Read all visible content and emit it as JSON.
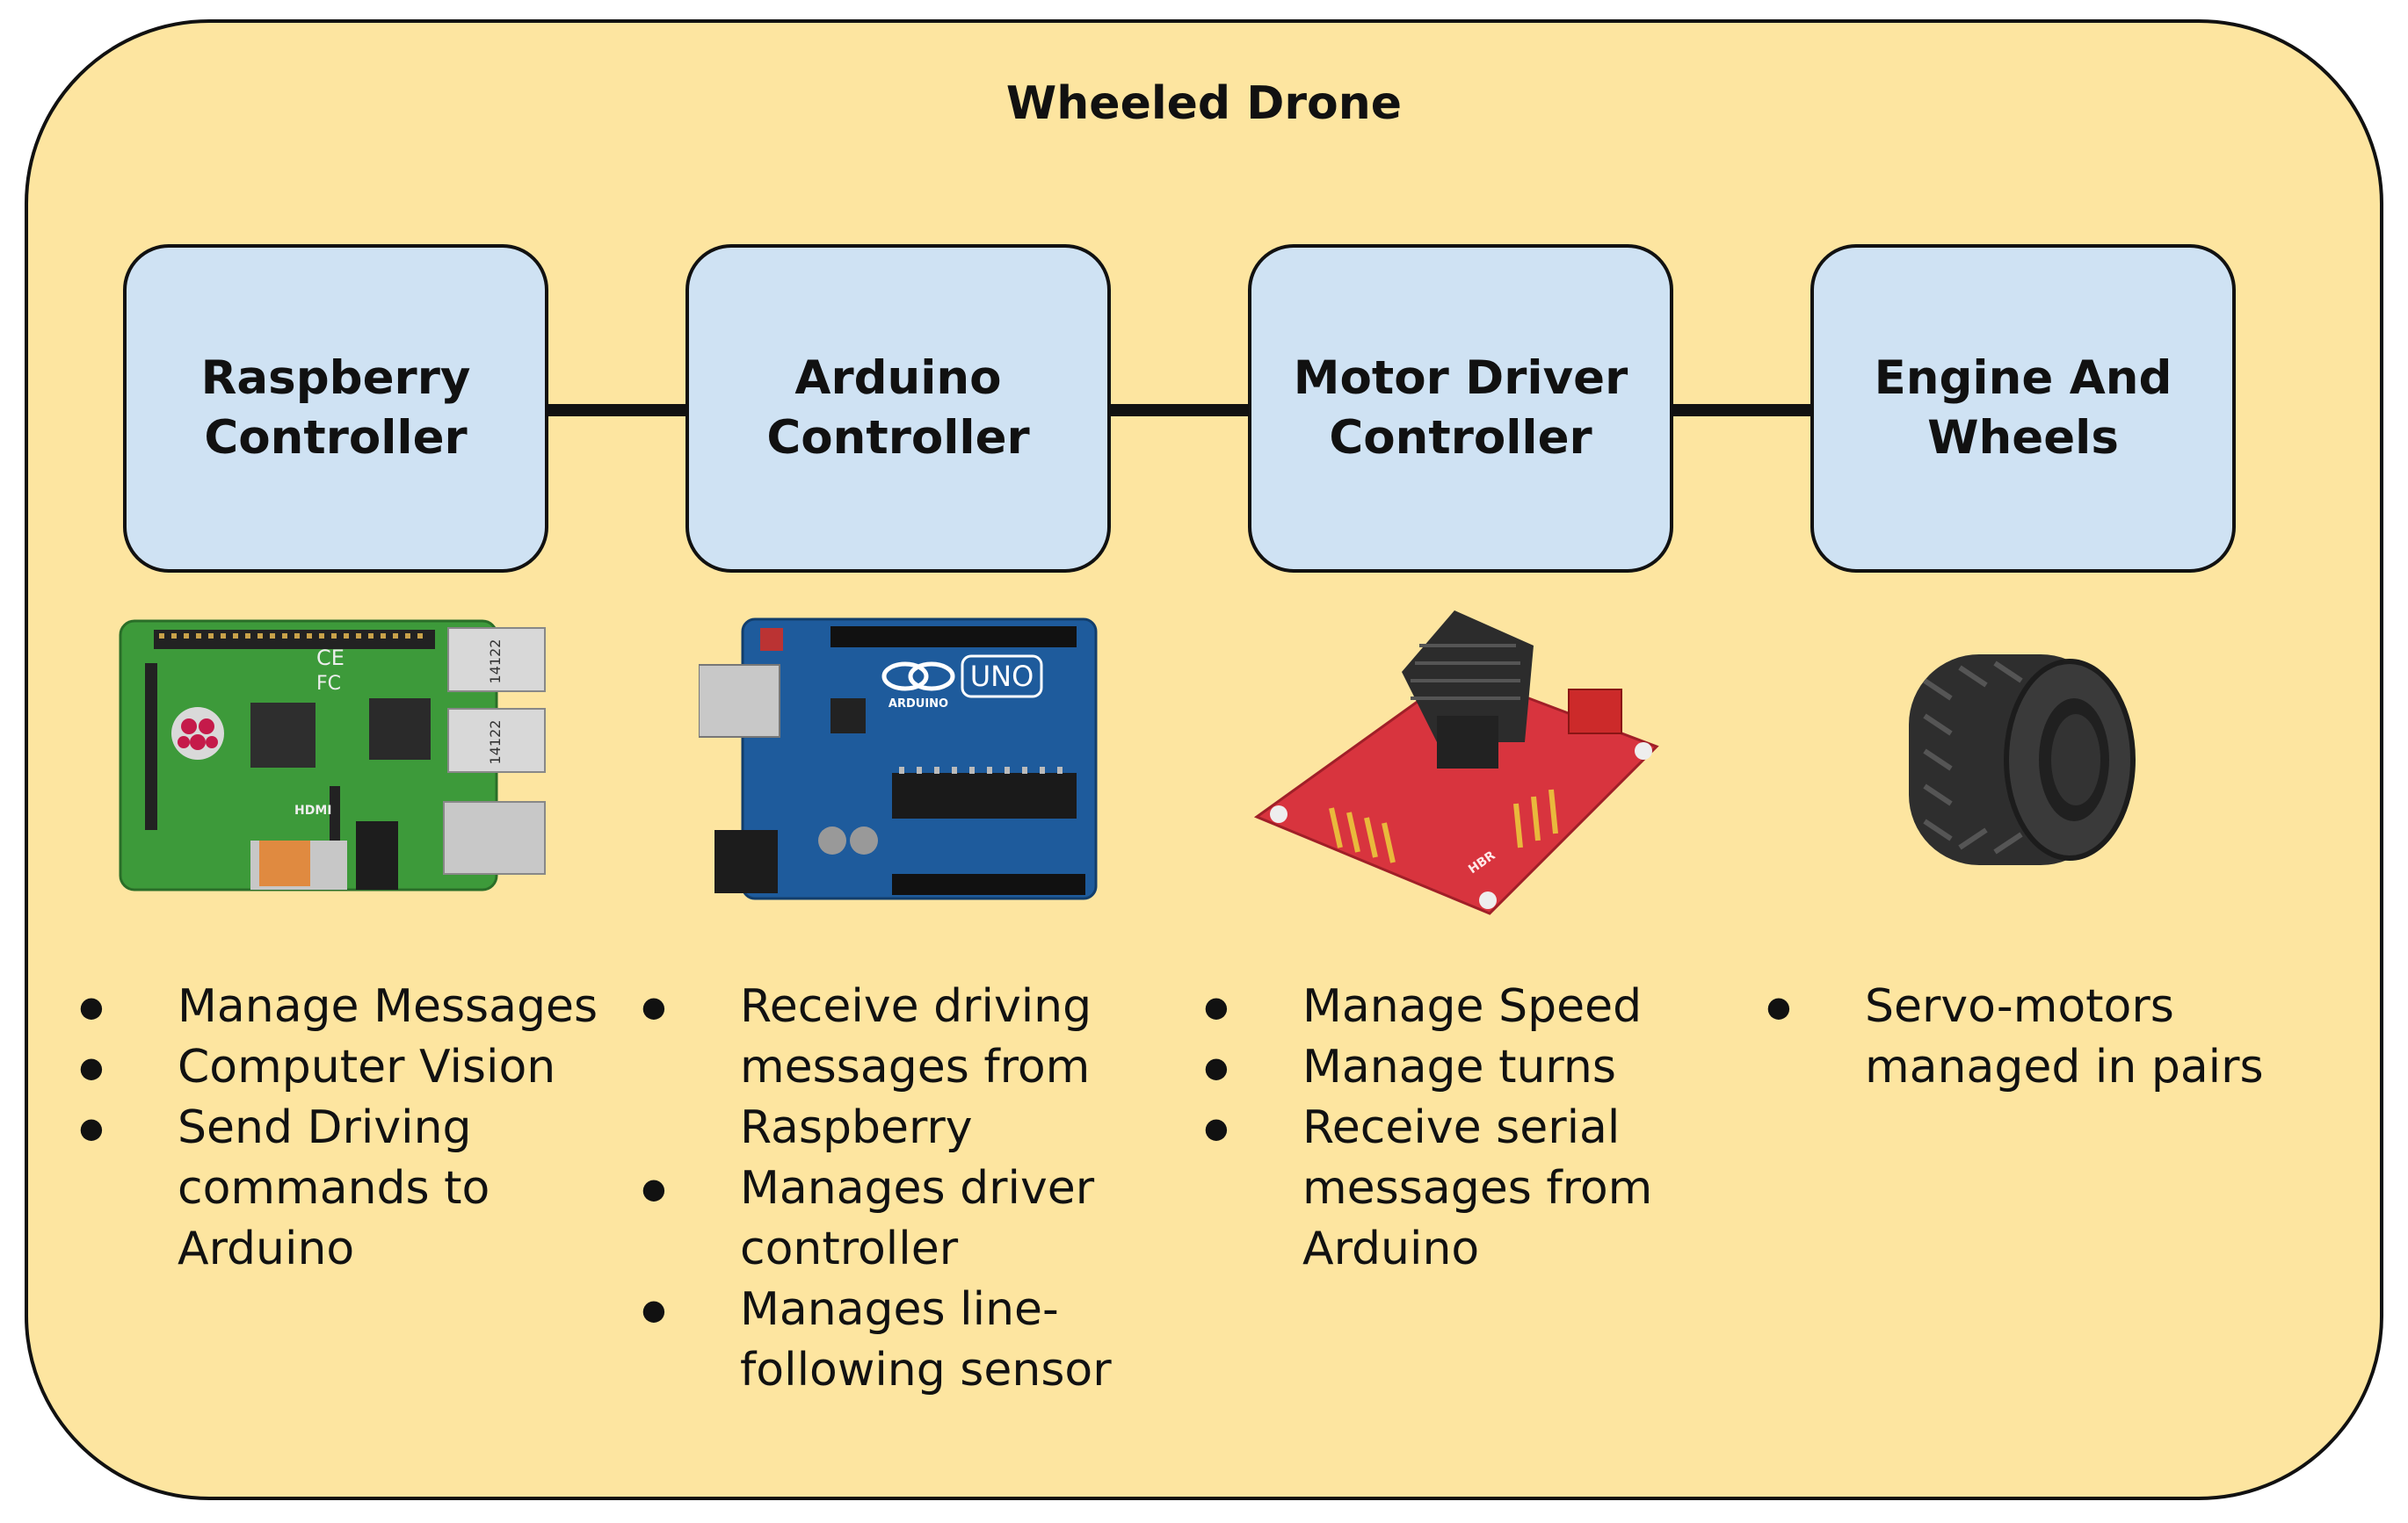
{
  "title": "Wheeled Drone",
  "blocks": [
    {
      "label": "Raspberry Controller",
      "bullets": [
        "Manage Messages",
        "Computer Vision",
        "Send Driving commands to Arduino"
      ]
    },
    {
      "label": "Arduino Controller",
      "bullets": [
        "Receive driving messages from Raspberry",
        "Manages driver controller",
        "Manages line-following sensor"
      ]
    },
    {
      "label": "Motor Driver Controller",
      "bullets": [
        "Manage Speed",
        "Manage turns",
        "Receive serial messages from Arduino"
      ]
    },
    {
      "label": "Engine And Wheels",
      "bullets": [
        "Servo-motors managed in pairs"
      ]
    }
  ],
  "board_text": {
    "uno": "UNO",
    "arduino": "ARDUINO",
    "hdmi": "HDMI",
    "ce": "CE",
    "fc": "FC",
    "usb_1": "14122",
    "usb_2": "14122",
    "hbr": "HBR"
  }
}
